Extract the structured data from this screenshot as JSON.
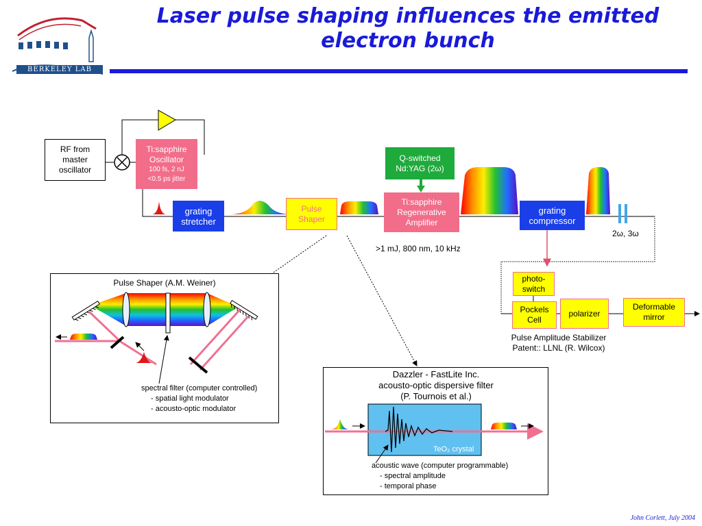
{
  "title": {
    "line1": "Laser pulse shaping influences the emitted",
    "line2": "electron bunch"
  },
  "logo": {
    "text": "BERKELEY LAB"
  },
  "boxes": {
    "rf_line1": "RF from",
    "rf_line2": "master",
    "rf_line3": "oscillator",
    "osc_line1": "Ti:sapphire",
    "osc_line2": "Oscillator",
    "osc_line3": "100 fs, 2 nJ",
    "osc_line4": "<0.5 ps jitter",
    "qsw_line1": "Q-switched",
    "qsw_line2": "Nd:YAG (2ω)",
    "stretcher_line1": "grating",
    "stretcher_line2": "stretcher",
    "shaper_line1": "Pulse",
    "shaper_line2": "Shaper",
    "regen_line1": "Ti:sapphire",
    "regen_line2": "Regenerative",
    "regen_line3": "Amplifier",
    "compressor_line1": "grating",
    "compressor_line2": "compressor",
    "photo_line1": "photo-",
    "photo_line2": "switch",
    "pockels_line1": "Pockels",
    "pockels_line2": "Cell",
    "polarizer": "polarizer",
    "mirror_line1": "Deformable",
    "mirror_line2": "mirror"
  },
  "labels": {
    "amp_spec": ">1 mJ, 800 nm, 10 kHz",
    "harmonics": "2ω, 3ω",
    "stabilizer_line1": "Pulse Amplitude Stabilizer",
    "stabilizer_line2": "Patent:: LLNL (R. Wilcox)"
  },
  "weiner": {
    "title": "Pulse Shaper (A.M. Weiner)",
    "filter_line1": "spectral filter (computer controlled)",
    "filter_line2": "- spatial light modulator",
    "filter_line3": "- acousto-optic modulator"
  },
  "dazzler": {
    "title_line1": "Dazzler - FastLite Inc.",
    "title_line2": "acousto-optic dispersive filter",
    "title_line3": "(P. Tournois et al.)",
    "crystal": "TeO₂ crystal",
    "wave_line1": "acoustic wave (computer programmable)",
    "wave_line2": "- spectral amplitude",
    "wave_line3": "- temporal phase"
  },
  "footer": "John Corlett,  July 2004",
  "colors": {
    "title": "#1a1ad8",
    "blue_box": "#1a3ee8",
    "pink_box": "#f26d8a",
    "green_box": "#1faa3c",
    "yellow_box": "#ffff00",
    "beam": "#f07090"
  }
}
